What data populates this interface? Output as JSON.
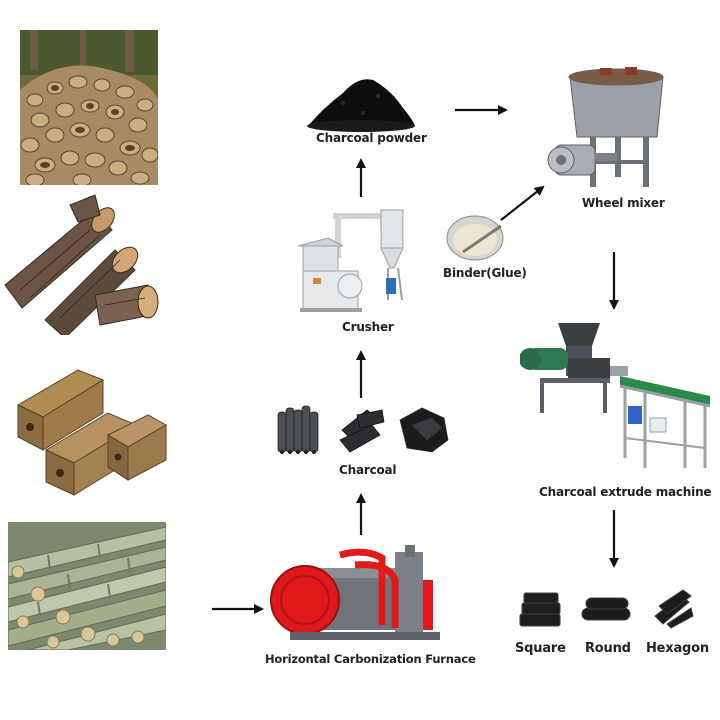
{
  "labels": {
    "charcoal_powder": "Charcoal powder",
    "wheel_mixer": "Wheel mixer",
    "binder": "Binder(Glue)",
    "crusher": "Crusher",
    "charcoal": "Charcoal",
    "extruder": "Charcoal extrude machine",
    "furnace": "Horizontal Carbonization Furnace",
    "shape_square": "Square",
    "shape_round": "Round",
    "shape_hexagon": "Hexagon"
  },
  "colors": {
    "arrow": "#111111",
    "text": "#222222",
    "furnace_red": "#e01a1a",
    "machine_gray": "#8a8f94",
    "mixer_green": "#2f7a52",
    "charcoal_black": "#1c1c1e"
  },
  "raw_materials": [
    "coconut-shells",
    "wood-logs",
    "sawdust-briquettes",
    "bamboo"
  ]
}
